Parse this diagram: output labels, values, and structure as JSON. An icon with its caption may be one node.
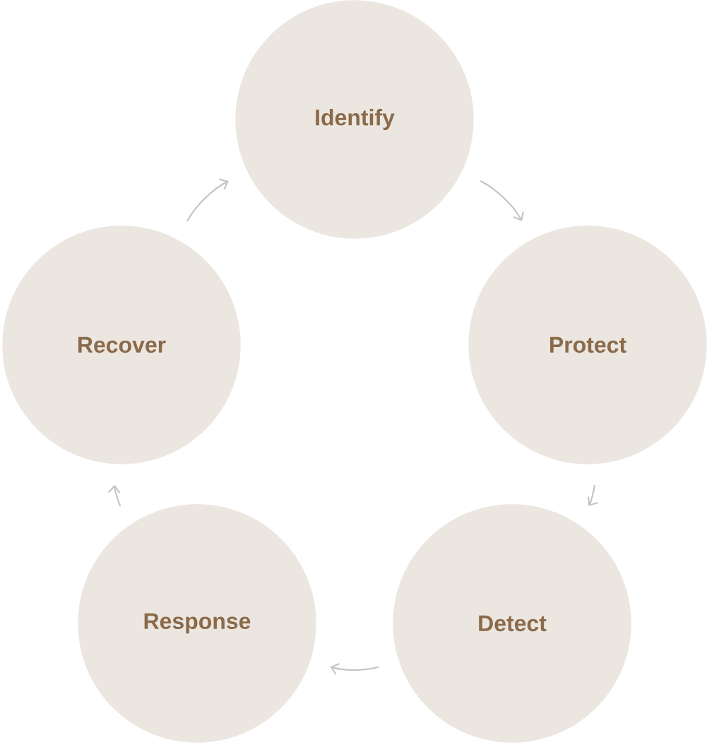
{
  "diagram": {
    "nodes": [
      {
        "text": [
          "Identify"
        ]
      },
      {
        "text": [
          "Protect"
        ]
      },
      {
        "text": [
          "Detect"
        ]
      },
      {
        "text": [
          "Response"
        ]
      },
      {
        "text": [
          "Recover"
        ]
      }
    ],
    "edges": [
      {
        "from": 0,
        "to": 1,
        "arrow": "to"
      },
      {
        "from": 1,
        "to": 2,
        "arrow": "to"
      },
      {
        "from": 2,
        "to": 3,
        "arrow": "to"
      },
      {
        "from": 3,
        "to": 4,
        "arrow": "to"
      },
      {
        "from": 4,
        "to": 0,
        "arrow": "to"
      }
    ]
  }
}
